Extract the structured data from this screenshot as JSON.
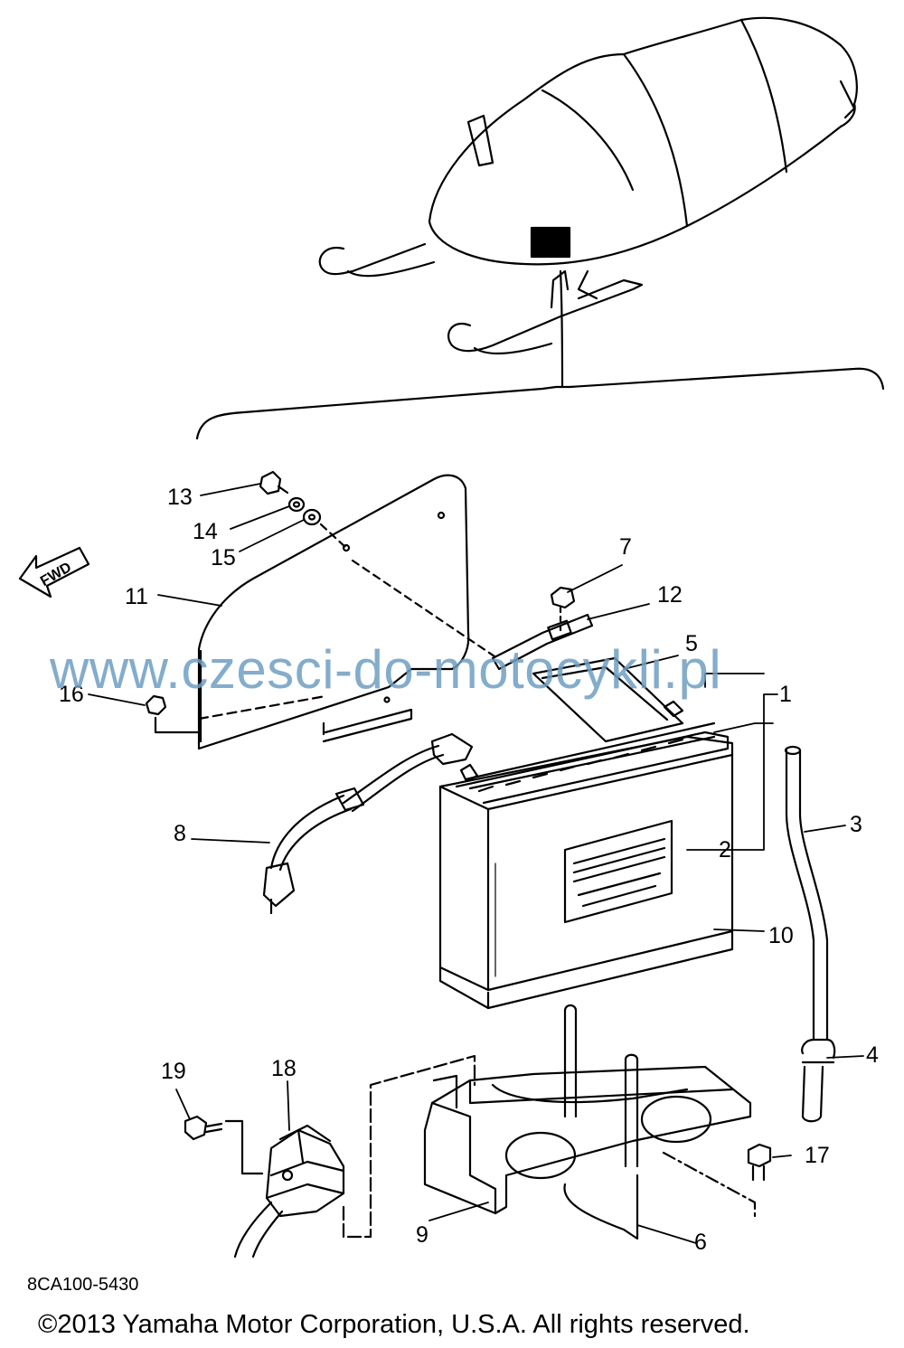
{
  "callouts": [
    {
      "num": "1"
    },
    {
      "num": "2"
    },
    {
      "num": "3"
    },
    {
      "num": "4"
    },
    {
      "num": "5"
    },
    {
      "num": "6"
    },
    {
      "num": "7"
    },
    {
      "num": "8"
    },
    {
      "num": "9"
    },
    {
      "num": "10"
    },
    {
      "num": "11"
    },
    {
      "num": "12"
    },
    {
      "num": "13"
    },
    {
      "num": "14"
    },
    {
      "num": "15"
    },
    {
      "num": "16"
    },
    {
      "num": "17"
    },
    {
      "num": "18"
    },
    {
      "num": "19"
    }
  ],
  "fwd_label": "FWD",
  "watermark": "www.czesci-do-motocykli.pl",
  "drawing_code": "8CA100-5430",
  "copyright": "©2013 Yamaha Motor Corporation, U.S.A. All rights reserved.",
  "colors": {
    "line": "#000000",
    "watermark": "#6f9ec2",
    "background": "#ffffff"
  }
}
